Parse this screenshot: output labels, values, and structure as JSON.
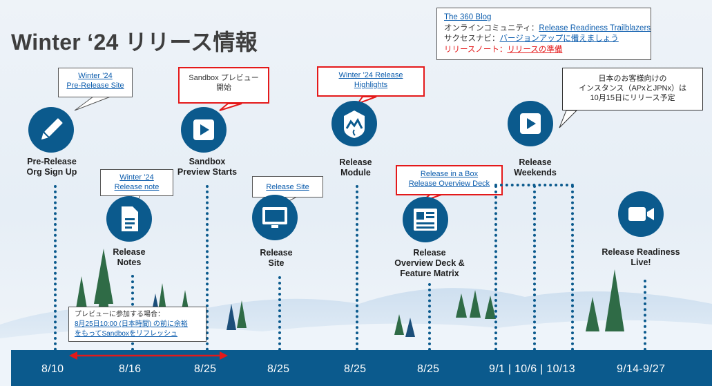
{
  "title": "Winter ‘24 リリース情報",
  "info": {
    "line1_link": "The 360 Blog",
    "line2_prefix": "オンラインコミュニティ：",
    "line2_link": "Release Readiness Trailblazers",
    "line3_prefix": "サクセスナビ：",
    "line3_link": "バージョンアップに備えましょう",
    "line4_prefix": "リリースノート：",
    "line4_link": "リリースの準備"
  },
  "milestones": [
    {
      "label1": "Pre-Release",
      "label2": "Org Sign Up",
      "icon": "pencil-icon"
    },
    {
      "label1": "Release",
      "label2": "Notes",
      "icon": "document-icon"
    },
    {
      "label1": "Sandbox",
      "label2": "Preview Starts",
      "icon": "play-icon"
    },
    {
      "label1": "Release",
      "label2": "Site",
      "icon": "monitor-icon"
    },
    {
      "label1": "Release",
      "label2": "Module",
      "icon": "trailhead-icon"
    },
    {
      "label1": "Release",
      "label2": "Overview Deck &",
      "label3": "Feature Matrix",
      "icon": "newspaper-icon"
    },
    {
      "label1": "Release",
      "label2": "Weekends",
      "icon": "play-icon"
    },
    {
      "label1": "Release Readiness",
      "label2": "Live!",
      "icon": "video-camera-icon"
    }
  ],
  "callouts": {
    "prerelease_1": "Winter ’24",
    "prerelease_2": "Pre-Release Site",
    "sandbox_1": "Sandbox プレビュー",
    "sandbox_2": "開始",
    "notes_1": "Winter ’24",
    "notes_2": "Release note",
    "site": "Release Site",
    "highlights_1": "Winter ’24 Release",
    "highlights_2": "Highlights",
    "box_1": "Release in a Box",
    "box_2": "Release Overview Deck",
    "japan_1": "日本のお客様向けの",
    "japan_2": "インスタンス（APxとJPNx）は",
    "japan_3": "10月15日にリリース予定"
  },
  "note": {
    "line1": "プレビューに参加する場合：",
    "line2": "8月25日10:00 (日本時間) の前に余裕",
    "line3": "をもってSandboxをリフレッシュ"
  },
  "dates": [
    "8/10",
    "8/16",
    "8/25",
    "8/25",
    "8/25",
    "8/25",
    "9/1 | 10/6 | 10/13",
    "9/14-9/27"
  ],
  "colors": {
    "brand": "#0b5a8d",
    "accent_red": "#e4191a",
    "link": "#0b5cad"
  }
}
